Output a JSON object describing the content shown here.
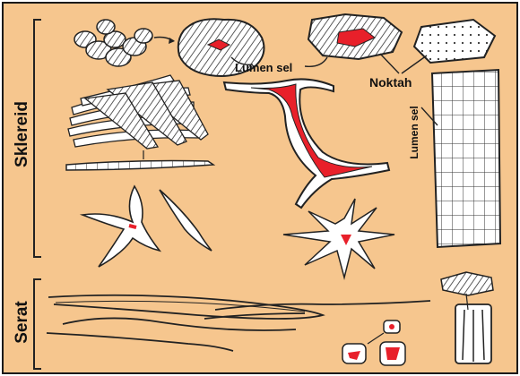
{
  "labels": {
    "sklereid": "Sklereid",
    "serat": "Serat",
    "lumen_top": "Lumen sel",
    "noktah": "Noktah",
    "lumen_right": "Lumen sel"
  },
  "colors": {
    "background": "#F6C68E",
    "frame": "#1A1A1A",
    "cell_fill": "#FFFFFF",
    "outline": "#222222",
    "lumen_red": "#E8202A"
  }
}
